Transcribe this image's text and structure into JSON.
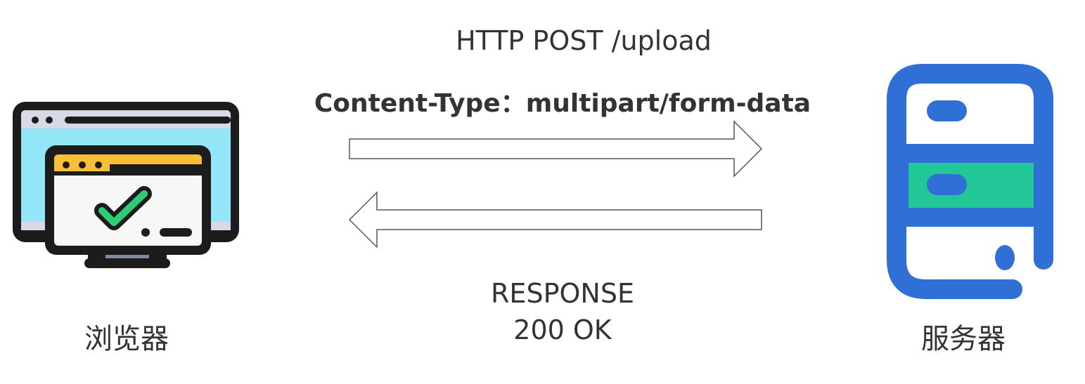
{
  "request": {
    "method_line": "HTTP POST /upload",
    "header_line": "Content-Type：multipart/form-data"
  },
  "response": {
    "status_title": "RESPONSE",
    "status_code": "200 OK"
  },
  "nodes": {
    "browser_label": "浏览器",
    "server_label": "服务器"
  },
  "colors": {
    "browser_screen": "#93e5f8",
    "browser_frame": "#1c1c1c",
    "window_titlebar": "#f8be35",
    "window_body": "#f7f7f5",
    "check": "#2fcc78",
    "server_outline": "#2f6fd6",
    "server_middle_band": "#22c797"
  },
  "icons": {
    "browser": "monitor-with-check-icon",
    "server": "server-rack-icon",
    "request_arrow": "arrow-right-icon",
    "response_arrow": "arrow-left-icon"
  }
}
